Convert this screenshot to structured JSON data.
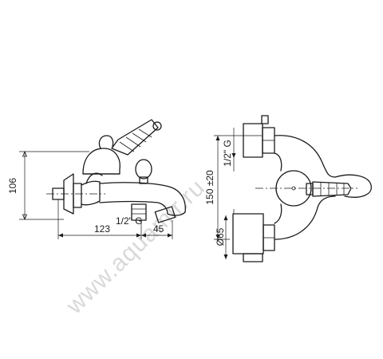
{
  "watermark": "www.aquamir.ru",
  "side_view": {
    "height_label": "106",
    "length_label": "123",
    "spout_label": "45",
    "thread_label": "1/2\" G"
  },
  "front_view": {
    "centers_label": "150 ±20",
    "thread_label": "1/2\" G",
    "diameter_label": "Ø65"
  }
}
